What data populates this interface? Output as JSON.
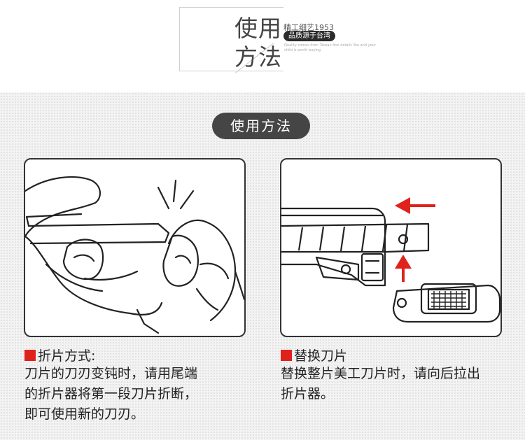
{
  "header": {
    "title": "使用方法",
    "slogan": "精工细艺1953",
    "badge": "品质源于台湾",
    "fine_print": "Quality comes from Taiwan fine details You and your child is worth buying"
  },
  "section_title": "使用方法",
  "left": {
    "heading": "折片方式:",
    "body": [
      "刀片的刀刃变钝时，请用尾端",
      "的折片器将第一段刀片折断，",
      "即可使用新的刀刃。"
    ]
  },
  "right": {
    "heading": "替换刀片",
    "body": [
      "替换整片美工刀片时，请向后拉出",
      "折片器。"
    ]
  },
  "colors": {
    "accent": "#e0221d",
    "pill": "#454545",
    "outline": "#333333"
  },
  "icons": [
    "snap-blade-illustration",
    "replace-blade-illustration",
    "arrow-left-icon",
    "arrow-up-icon"
  ]
}
